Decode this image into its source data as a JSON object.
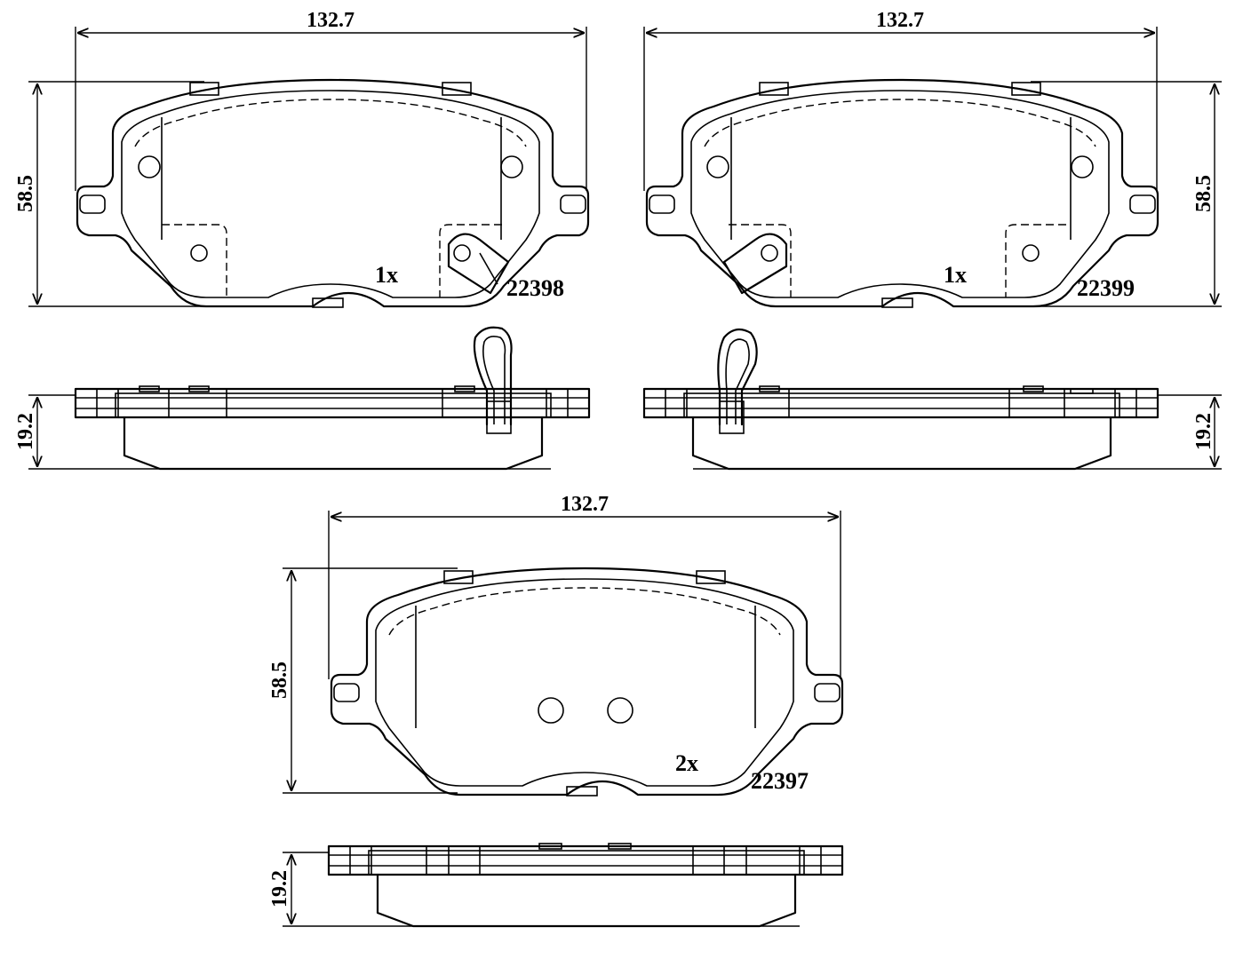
{
  "pads": [
    {
      "part_number": "22398",
      "quantity": "1x",
      "width": "132.7",
      "height": "58.5",
      "thickness": "19.2"
    },
    {
      "part_number": "22399",
      "quantity": "1x",
      "width": "132.7",
      "height": "58.5",
      "thickness": "19.2"
    },
    {
      "part_number": "22397",
      "quantity": "2x",
      "width": "132.7",
      "height": "58.5",
      "thickness": "19.2"
    }
  ]
}
